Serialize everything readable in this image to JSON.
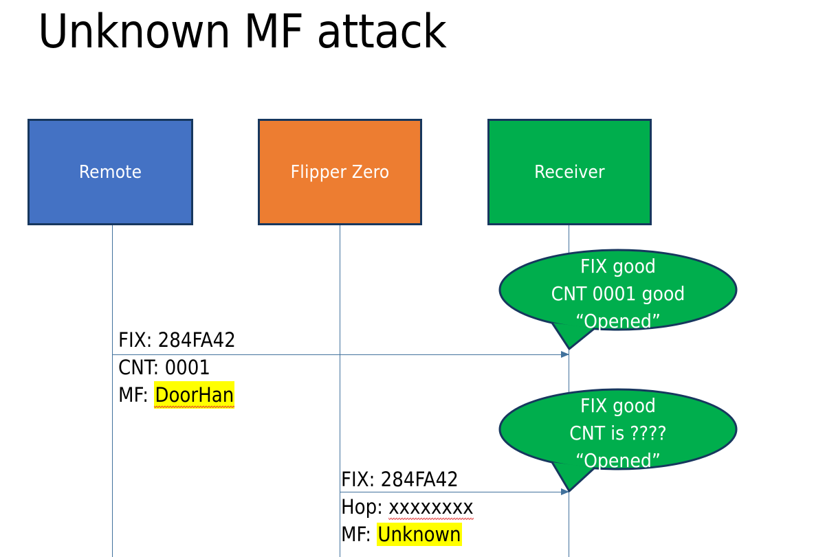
{
  "slide": {
    "title": "Unknown MF attack",
    "background_color": "#FFFFFF"
  },
  "colors": {
    "remote_fill": "#4472C4",
    "flipper_fill": "#ED7D31",
    "receiver_fill": "#00AE4D",
    "box_border": "#17375E",
    "lifeline": "#41719C",
    "bubble_fill": "#00AE4D",
    "bubble_border": "#17375E",
    "highlight": "#FFFF00",
    "text_dark": "#000000",
    "text_light": "#FFFFFF"
  },
  "actors": [
    {
      "id": "remote",
      "label": "Remote"
    },
    {
      "id": "flipper",
      "label": "Flipper Zero"
    },
    {
      "id": "receiver",
      "label": "Receiver"
    }
  ],
  "messages": [
    {
      "id": "remote-to-receiver",
      "from": "remote",
      "to": "receiver",
      "lines": [
        {
          "label": "FIX: ",
          "value": "284FA42",
          "highlight": false,
          "squiggle": false
        },
        {
          "label": "CNT: ",
          "value": "0001",
          "highlight": false,
          "squiggle": false
        },
        {
          "label": "MF: ",
          "value": "DoorHan",
          "highlight": true,
          "squiggle": true
        }
      ]
    },
    {
      "id": "flipper-to-receiver",
      "from": "flipper",
      "to": "receiver",
      "lines": [
        {
          "label": "FIX: ",
          "value": "284FA42",
          "highlight": false,
          "squiggle": false
        },
        {
          "label": "Hop: ",
          "value": "xxxxxxxx",
          "highlight": false,
          "squiggle": true
        },
        {
          "label": "MF: ",
          "value": "Unknown",
          "highlight": true,
          "squiggle": false
        }
      ]
    }
  ],
  "bubbles": [
    {
      "id": "receiver-response-1",
      "lines": [
        "FIX good",
        "CNT 0001 good",
        "“Opened”"
      ]
    },
    {
      "id": "receiver-response-2",
      "lines": [
        "FIX good",
        "CNT is ????",
        "“Opened”"
      ]
    }
  ]
}
